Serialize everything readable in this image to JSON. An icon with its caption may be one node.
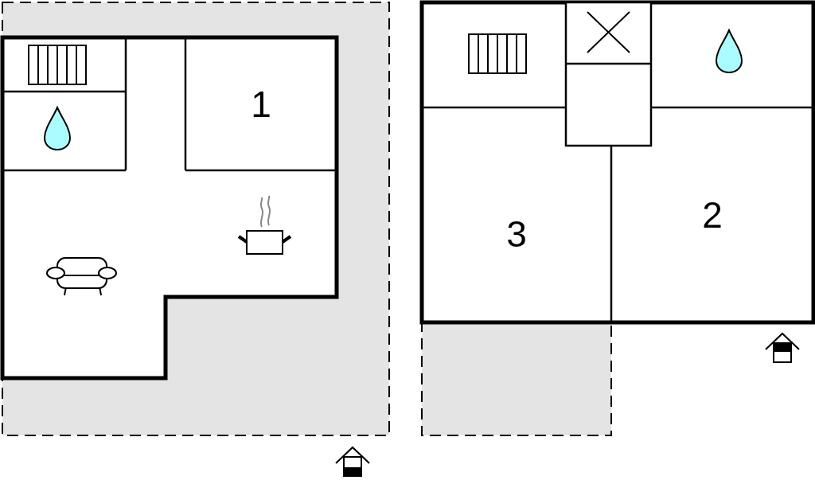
{
  "diagram": {
    "nodes": [
      {
        "text": [
          "1"
        ]
      },
      {
        "text": [
          "3"
        ]
      },
      {
        "text": [
          "2"
        ]
      }
    ]
  }
}
